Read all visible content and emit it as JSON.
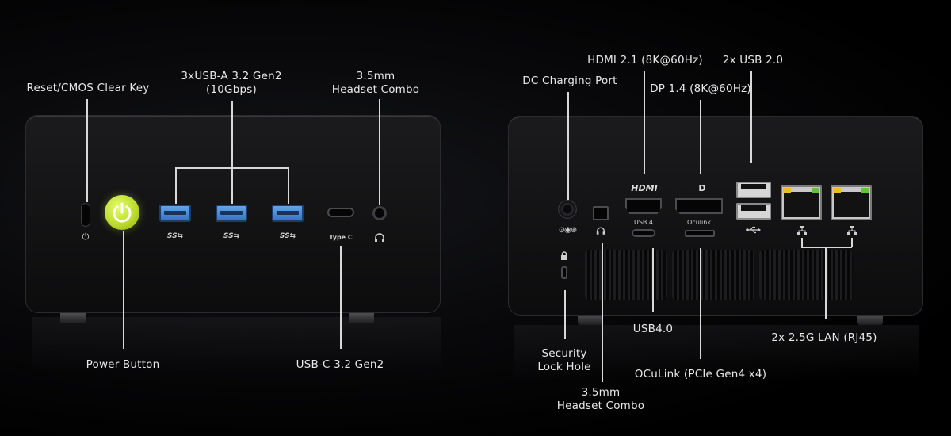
{
  "front": {
    "labels": {
      "reset": "Reset/CMOS Clear Key",
      "usb_a_line1": "3xUSB-A 3.2 Gen2",
      "usb_a_line2": "(10Gbps)",
      "headset_line1": "3.5mm",
      "headset_line2": "Headset Combo",
      "power": "Power Button",
      "usbc": "USB-C 3.2 Gen2"
    },
    "port_marks": {
      "ss": "SS⇆",
      "typec": "Type C",
      "power_symbol": "⏻",
      "headphone_symbol": "∧"
    }
  },
  "back": {
    "labels": {
      "dc": "DC Charging Port",
      "hdmi": "HDMI 2.1 (8K@60Hz)",
      "dp": "DP 1.4 (8K@60Hz)",
      "usb2": "2x USB 2.0",
      "security_line1": "Security",
      "security_line2": "Lock Hole",
      "usb4": "USB4.0",
      "lan": "2x 2.5G LAN (RJ45)",
      "oculink": "OCuLink (PCIe Gen4 x4)",
      "headset_line1": "3.5mm",
      "headset_line2": "Headset Combo"
    },
    "port_marks": {
      "hdmi_logo": "HDMI",
      "dp_logo": "D",
      "usb4": "USB 4",
      "oculink": "Oculink",
      "dc_symbol": "⊙◉⊕",
      "lock_symbol": "🔒",
      "usb_symbol": "⌀→",
      "lan_symbol": "☷"
    }
  },
  "colors": {
    "power_button": "#c8e63a",
    "usb_a_blue": "#4f8fdc",
    "lan_led_yellow": "#e6c21c",
    "lan_led_green": "#62c23c"
  }
}
